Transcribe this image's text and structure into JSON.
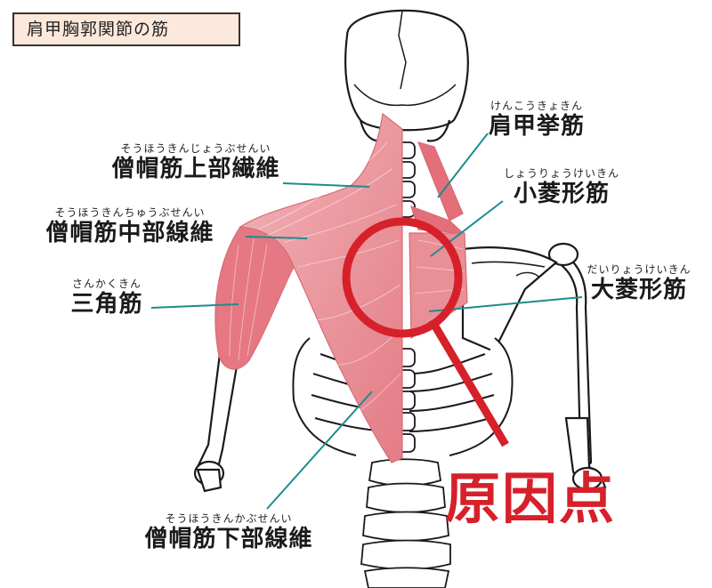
{
  "title": "肩甲胸郭関節の筋",
  "labels": {
    "trap_upper": {
      "ruby": "そうほうきんじょうぶせんい",
      "text": "僧帽筋上部繊維"
    },
    "trap_middle": {
      "ruby": "そうほうきんちゅうぶせんい",
      "text": "僧帽筋中部線維"
    },
    "deltoid": {
      "ruby": "さんかくきん",
      "text": "三角筋"
    },
    "trap_lower": {
      "ruby": "そうほうきんかぶせんい",
      "text": "僧帽筋下部線維"
    },
    "levator": {
      "ruby": "けんこうきょきん",
      "text": "肩甲挙筋"
    },
    "rhomb_minor": {
      "ruby": "しょうりょうけいきん",
      "text": "小菱形筋"
    },
    "rhomb_major": {
      "ruby": "だいりょうけいきん",
      "text": "大菱形筋"
    }
  },
  "origin_point": "原因点",
  "colors": {
    "muscle": "#e6848c",
    "muscle_light": "#f4c3c6",
    "leader_line": "#1d8c8c",
    "highlight": "#d6202a",
    "bone_stroke": "#1a1a1a"
  }
}
